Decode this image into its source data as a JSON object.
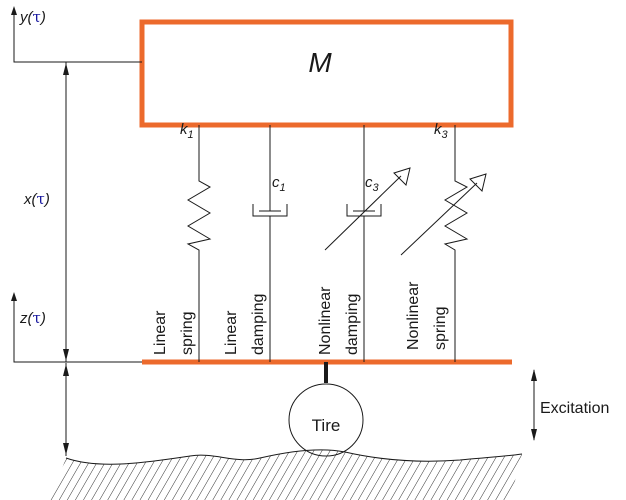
{
  "colors": {
    "accent": "#ec6a2c",
    "line": "#1a1a1a",
    "tau": "#1a1aa0"
  },
  "mass": {
    "label": "M"
  },
  "coordinates": {
    "y": {
      "var": "y",
      "open": "(",
      "tau": "τ",
      "close": ")"
    },
    "x": {
      "var": "x",
      "open": "(",
      "tau": "τ",
      "close": ")"
    },
    "z": {
      "var": "z",
      "open": "(",
      "tau": "τ",
      "close": ")"
    }
  },
  "elements": [
    {
      "symbol": "k",
      "subscript": "1",
      "line1": "Linear",
      "line2": "spring"
    },
    {
      "symbol": "c",
      "subscript": "1",
      "line1": "Linear",
      "line2": "damping"
    },
    {
      "symbol": "c",
      "subscript": "3",
      "line1": "Nonlinear",
      "line2": "damping"
    },
    {
      "symbol": "k",
      "subscript": "3",
      "line1": "Nonlinear",
      "line2": "spring"
    }
  ],
  "tire": {
    "label": "Tire"
  },
  "excitation": {
    "label": "Excitation"
  }
}
